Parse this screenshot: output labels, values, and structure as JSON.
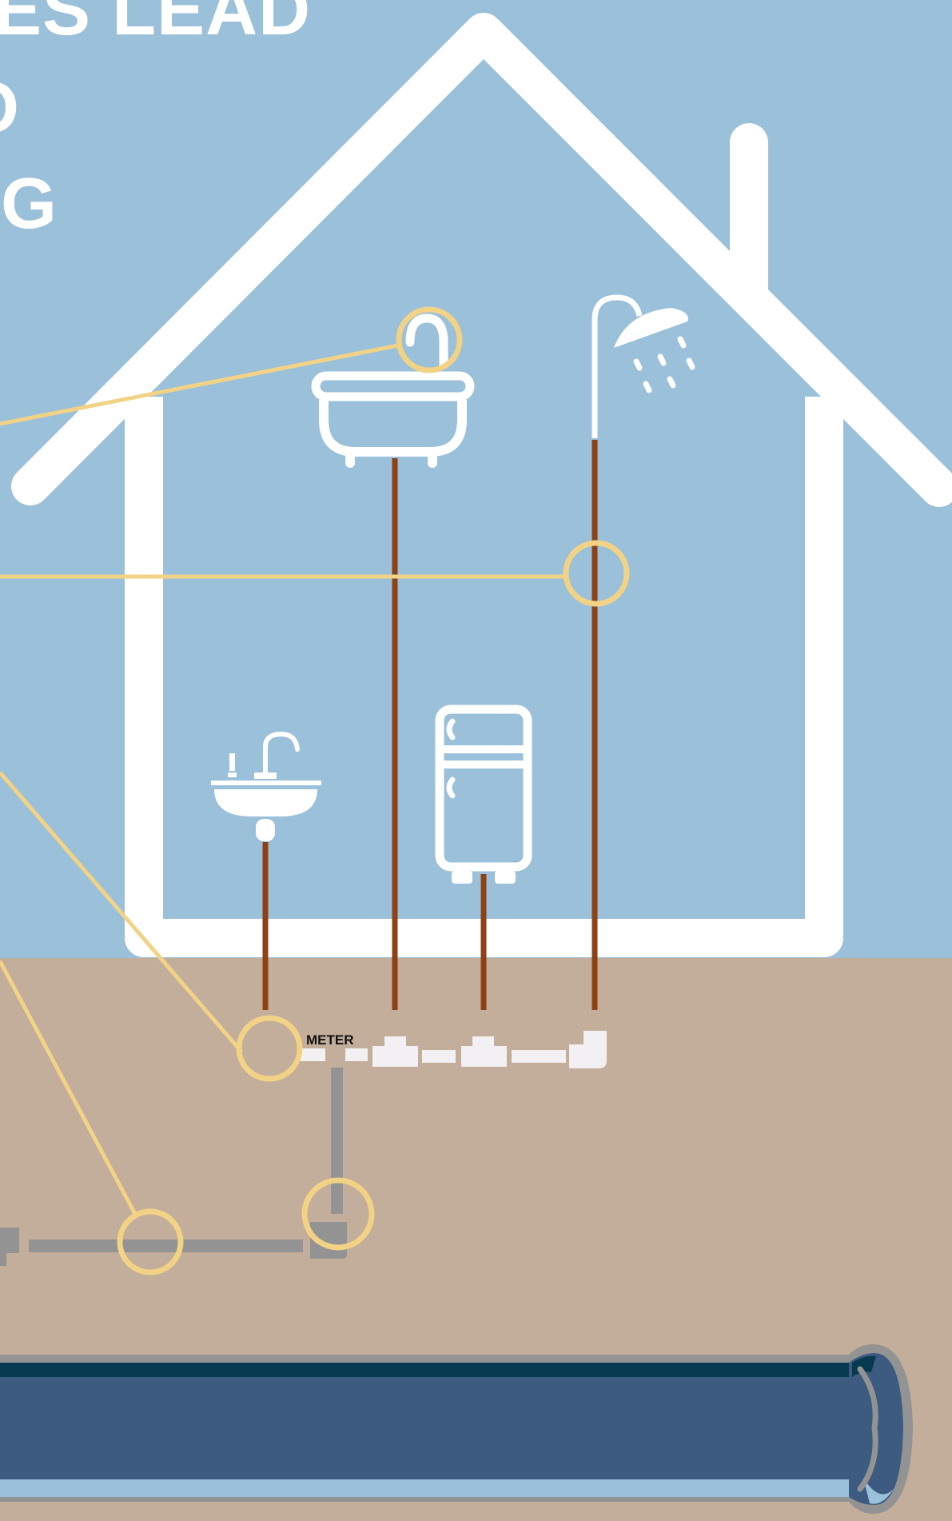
{
  "headline": {
    "line1": "ES LEAD",
    "line2": "O",
    "line3": "IG"
  },
  "meter_label": "METER",
  "colors": {
    "sky": "#9bc0d9",
    "ground": "#c2ae9a",
    "house_outline": "#ffffff",
    "supply_pipe": "#8e4115",
    "callout": "#f2d386",
    "service_pipe": "#939393",
    "fitting": "#f2f0f2",
    "water_main_fill": "#3d5a80",
    "water_main_top": "#073a4f",
    "water_main_water": "#9bc0d9"
  },
  "icons": [
    "bathtub-icon",
    "shower-icon",
    "sink-icon",
    "refrigerator-icon"
  ]
}
